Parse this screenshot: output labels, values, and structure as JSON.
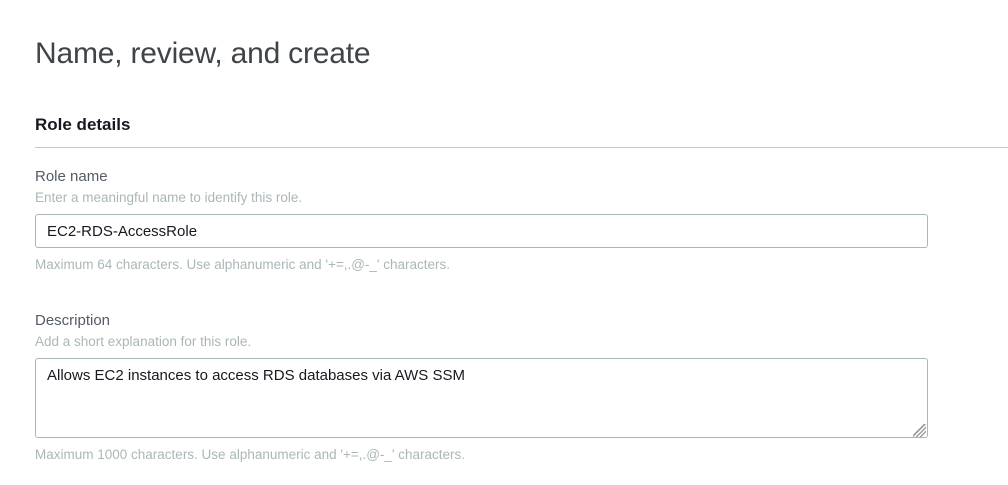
{
  "page": {
    "title": "Name, review, and create"
  },
  "section": {
    "heading": "Role details"
  },
  "fields": {
    "role_name": {
      "label": "Role name",
      "hint": "Enter a meaningful name to identify this role.",
      "value": "EC2-RDS-AccessRole",
      "placeholder": "",
      "constraint": "Maximum 64 characters. Use alphanumeric and '+=,.@-_' characters."
    },
    "description": {
      "label": "Description",
      "hint": "Add a short explanation for this role.",
      "value": "Allows EC2 instances to access RDS databases via AWS SSM",
      "placeholder": "",
      "constraint": "Maximum 1000 characters. Use alphanumeric and '+=,.@-_' characters."
    }
  },
  "colors": {
    "title_text": "#3f4448",
    "heading_text": "#16191f",
    "label_text": "#545b64",
    "hint_text": "#aab7b8",
    "input_border": "#aab7b8",
    "input_text": "#16191f",
    "divider": "#c5c8cc",
    "background": "#ffffff"
  }
}
